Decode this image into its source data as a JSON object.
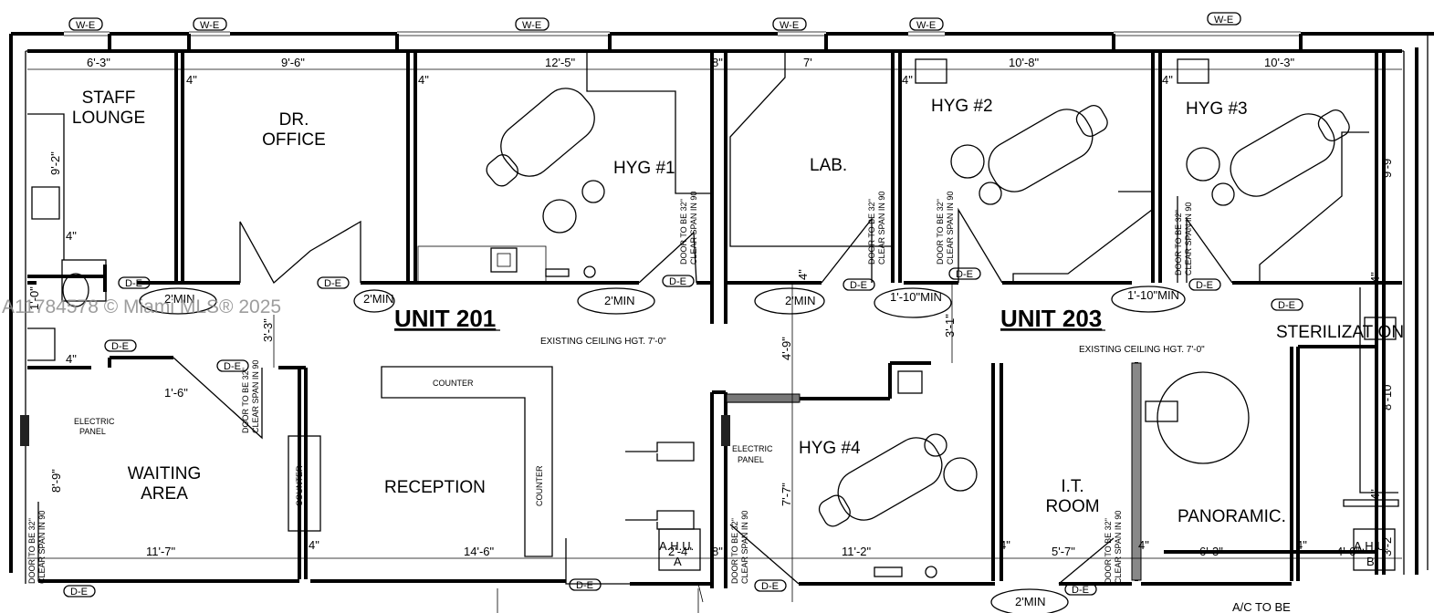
{
  "watermark": "A11784578 © Miami MLS® 2025",
  "units": {
    "unit_201": "UNIT 201",
    "unit_203": "UNIT 203",
    "ceiling_note_201": "EXISTING CEILING HGT. 7'-0\"",
    "ceiling_note_203": "EXISTING CEILING HGT. 7'-0\""
  },
  "rooms": {
    "staff_lounge": [
      "STAFF",
      "LOUNGE"
    ],
    "dr_office": [
      "DR.",
      "OFFICE"
    ],
    "hyg1": "HYG #1",
    "lab": "LAB.",
    "hyg2": "HYG #2",
    "hyg3": "HYG #3",
    "sterilization": "STERILIZATION",
    "waiting": [
      "WAITING",
      "AREA"
    ],
    "reception": "RECEPTION",
    "hyg4": "HYG #4",
    "it_room": [
      "I.T.",
      "ROOM"
    ],
    "panoramic": "PANORAMIC."
  },
  "labels": {
    "counter": "COUNTER",
    "electric_panel": [
      "ELECTRIC",
      "PANEL"
    ],
    "ahu": "A.H.U.",
    "ahu_a": "A",
    "ahu_b": "B",
    "door_note": [
      "DOOR TO BE 32\"",
      "CLEAR SPAN IN 90"
    ],
    "ac_note": "A/C TO BE",
    "window_tag": "W-E",
    "door_tag": "D-E",
    "min_2": "2'MIN",
    "min_10": "1'-10\"MIN"
  },
  "dims": {
    "top": [
      "6'-3\"",
      "9'-6\"",
      "12'-5\"",
      "8\"",
      "7'",
      "10'-8\"",
      "10'-3\""
    ],
    "bottom": [
      "11'-7\"",
      "14'-6\"",
      "2'-4\"",
      "8\"",
      "11'-2\"",
      "5'-7\"",
      "6'-3\"",
      "4'-6\""
    ],
    "wall_4": "4\"",
    "v_9_2": "9'-2\"",
    "v_1_0": "1'-0\"",
    "v_3_3": "3'-3\"",
    "v_8_9": "8'-9\"",
    "v_4_9": "4'-9\"",
    "v_7_7": "7'-7\"",
    "v_3_1": "3'-1\"",
    "v_9_9": "9'-9\"",
    "v_8_10": "8'-10\"",
    "v_3_2": "3'-2\"",
    "w_1_6": "1'-6\""
  }
}
